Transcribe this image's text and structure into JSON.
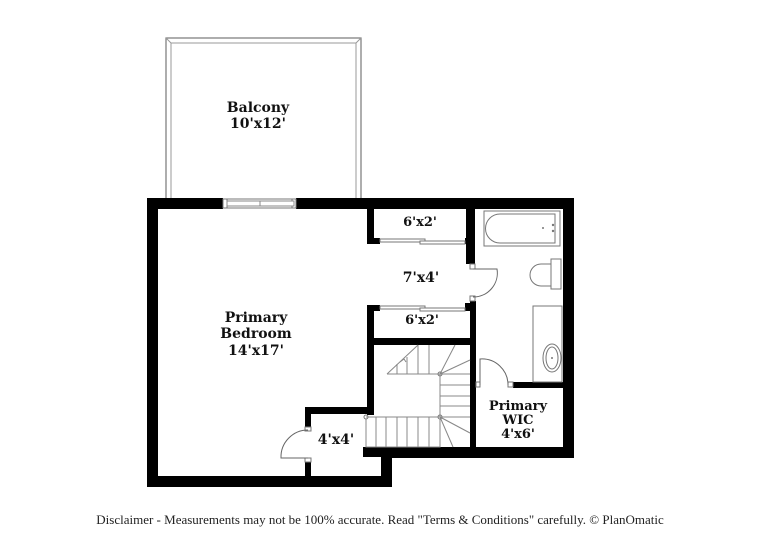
{
  "floor_plan": {
    "rooms": [
      {
        "id": "balcony",
        "name": "Balcony",
        "dimensions": "10'x12'"
      },
      {
        "id": "primary-bedroom",
        "name": "Primary Bedroom",
        "name_line1": "Primary",
        "name_line2": "Bedroom",
        "dimensions": "14'x17'"
      },
      {
        "id": "closet-top",
        "name": "",
        "dimensions": "6'x2'"
      },
      {
        "id": "hallway",
        "name": "",
        "dimensions": "7'x4'"
      },
      {
        "id": "closet-middle",
        "name": "",
        "dimensions": "6'x2'"
      },
      {
        "id": "closet-small",
        "name": "",
        "dimensions": "4'x4'"
      },
      {
        "id": "primary-wic",
        "name": "Primary WIC",
        "name_line1": "Primary",
        "name_line2": "WIC",
        "dimensions": "4'x6'"
      }
    ],
    "fixtures": [
      "bathtub",
      "toilet",
      "sink-vanity",
      "staircase",
      "window",
      "doors"
    ]
  },
  "footer": {
    "disclaimer": "Disclaimer - Measurements may not be 100% accurate. Read \"Terms & Conditions\" carefully. © PlanOmatic"
  },
  "colors": {
    "wall": "#000000",
    "background": "#ffffff",
    "thin_line": "#666666"
  }
}
